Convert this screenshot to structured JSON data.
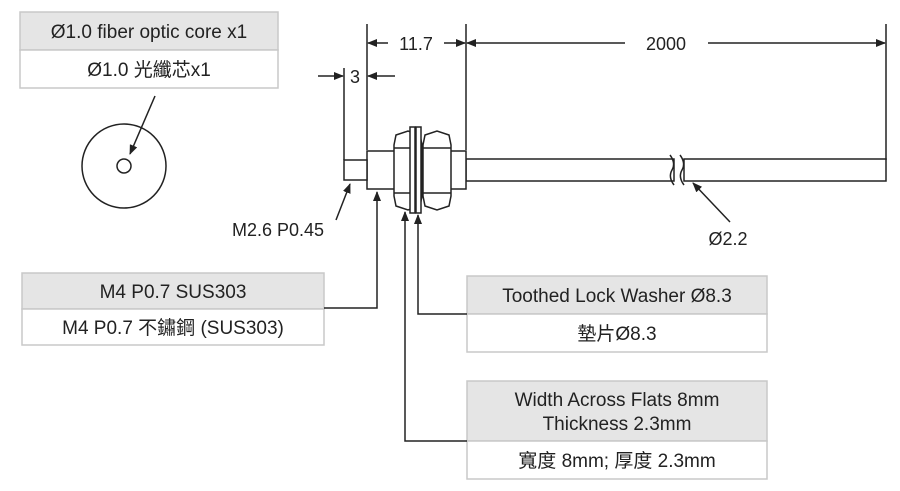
{
  "core_box": {
    "en": "Ø1.0 fiber optic core x1",
    "zh": "Ø1.0 光纖芯x1"
  },
  "dimensions": {
    "tip": "3",
    "thread_length": "11.7",
    "cable_length": "2000",
    "tip_thread": "M2.6 P0.45",
    "cable_dia": "Ø2.2"
  },
  "thread_box": {
    "en": "M4 P0.7 SUS303",
    "zh": "M4 P0.7 不鏽鋼 (SUS303)"
  },
  "washer_box": {
    "en": "Toothed Lock Washer Ø8.3",
    "zh": "墊片Ø8.3"
  },
  "nut_box": {
    "en_line1": "Width Across Flats 8mm",
    "en_line2": "Thickness 2.3mm",
    "zh": "寬度 8mm; 厚度 2.3mm"
  }
}
